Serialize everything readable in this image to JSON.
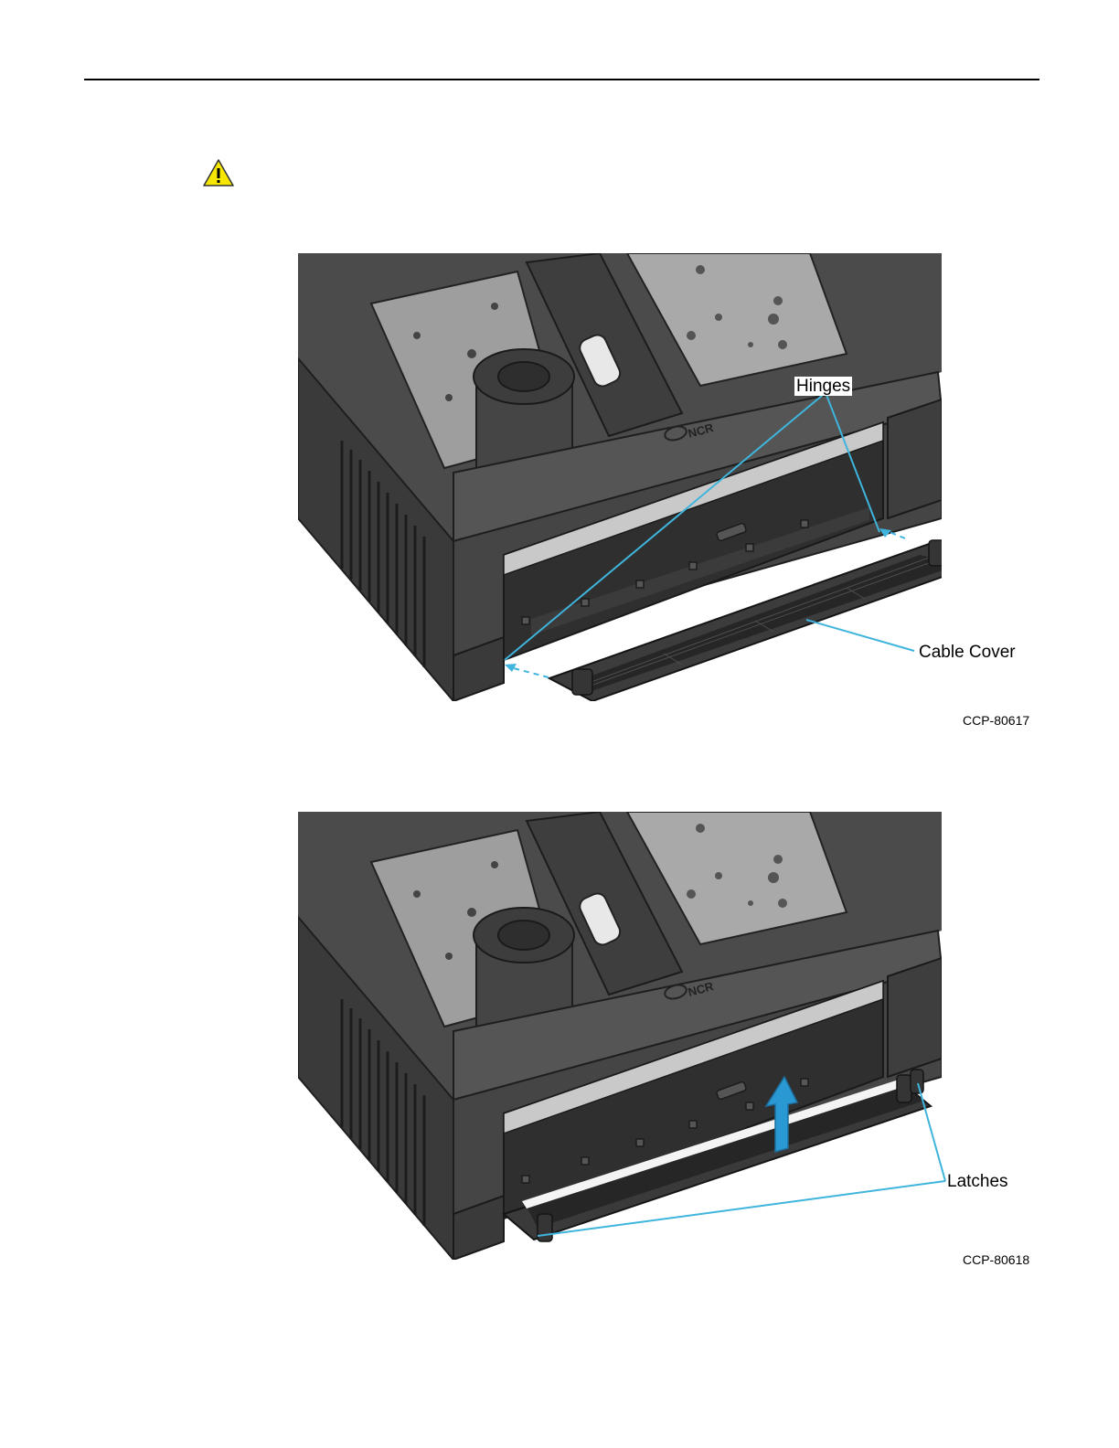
{
  "page": {
    "caution_icon": "warning-triangle-icon",
    "accent_color": "#3fb4dc"
  },
  "figure1": {
    "callouts": {
      "hinges": "Hinges",
      "cable_cover": "Cable Cover"
    },
    "figure_id": "CCP-80617"
  },
  "figure2": {
    "callouts": {
      "latches": "Latches"
    },
    "figure_id": "CCP-80618"
  }
}
